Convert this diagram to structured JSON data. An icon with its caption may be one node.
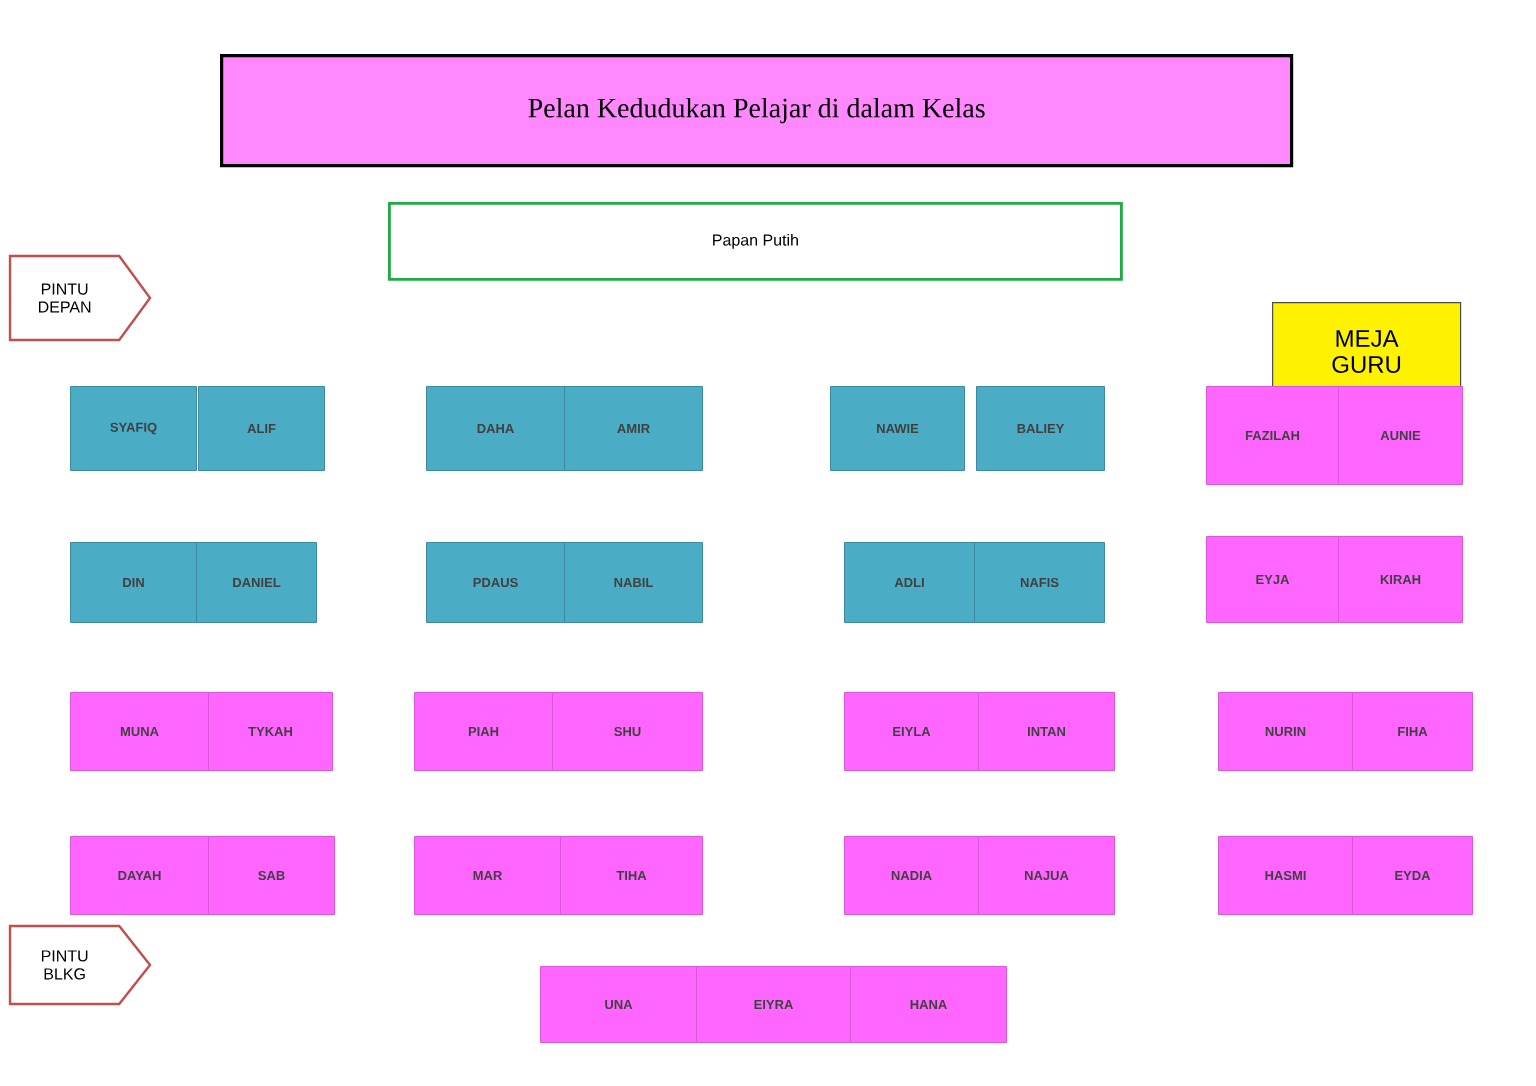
{
  "diagram": {
    "nodes": [
      {
        "text": [
          "Pelan Kedudukan Pelajar di dalam Kelas"
        ]
      },
      {
        "text": [
          "Papan Putih"
        ]
      },
      {
        "text": [
          "PINTU DEPAN"
        ]
      },
      {
        "text": [
          "MEJA GURU"
        ]
      },
      {
        "text": [
          "SYAFIQ"
        ]
      },
      {
        "text": [
          "ALIF"
        ]
      },
      {
        "text": [
          "DAHA"
        ]
      },
      {
        "text": [
          "AMIR"
        ]
      },
      {
        "text": [
          "NAWIE"
        ]
      },
      {
        "text": [
          "BALIEY"
        ]
      },
      {
        "text": [
          "FAZILAH"
        ]
      },
      {
        "text": [
          "AUNIE"
        ]
      },
      {
        "text": [
          "DIN"
        ]
      },
      {
        "text": [
          "DANIEL"
        ]
      },
      {
        "text": [
          "PDAUS"
        ]
      },
      {
        "text": [
          "NABIL"
        ]
      },
      {
        "text": [
          "ADLI"
        ]
      },
      {
        "text": [
          "NAFIS"
        ]
      },
      {
        "text": [
          "EYJA"
        ]
      },
      {
        "text": [
          "KIRAH"
        ]
      },
      {
        "text": [
          "MUNA"
        ]
      },
      {
        "text": [
          "TYKAH"
        ]
      },
      {
        "text": [
          "PIAH"
        ]
      },
      {
        "text": [
          "SHU"
        ]
      },
      {
        "text": [
          "EIYLA"
        ]
      },
      {
        "text": [
          "INTAN"
        ]
      },
      {
        "text": [
          "NURIN"
        ]
      },
      {
        "text": [
          "FIHA"
        ]
      },
      {
        "text": [
          "DAYAH"
        ]
      },
      {
        "text": [
          "SAB"
        ]
      },
      {
        "text": [
          "MAR"
        ]
      },
      {
        "text": [
          "TIHA"
        ]
      },
      {
        "text": [
          "NADIA"
        ]
      },
      {
        "text": [
          "NAJUA"
        ]
      },
      {
        "text": [
          "HASMI"
        ]
      },
      {
        "text": [
          "EYDA"
        ]
      },
      {
        "text": [
          "PINTU BLKG"
        ]
      },
      {
        "text": [
          "UNA"
        ]
      },
      {
        "text": [
          "EIYRA"
        ]
      },
      {
        "text": [
          "HANA"
        ]
      }
    ]
  }
}
